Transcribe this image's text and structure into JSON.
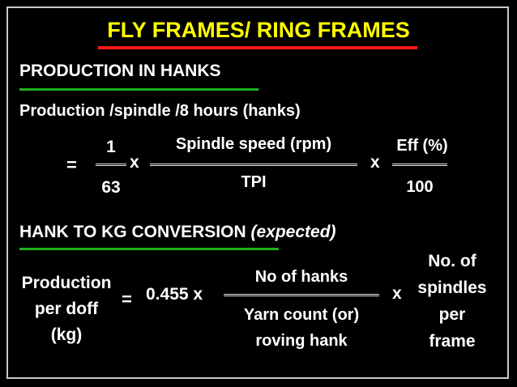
{
  "slide": {
    "title": "FLY FRAMES/ RING FRAMES",
    "colors": {
      "title": "#ffff00",
      "title_underline": "#ff1a1a",
      "section_underline": "#1db11d",
      "background": "#000000",
      "text": "#ffffff"
    }
  },
  "production": {
    "heading": "PRODUCTION IN HANKS",
    "subtitle": "Production /spindle /8 hours (hanks)",
    "equals": "=",
    "frac1": {
      "numerator": "1",
      "denominator": "63"
    },
    "times1": "x",
    "frac2": {
      "numerator": "Spindle speed (rpm)",
      "denominator": "TPI"
    },
    "times2": "x",
    "frac3": {
      "numerator": "Eff (%)",
      "denominator": "100"
    }
  },
  "conversion": {
    "heading_main": "HANK TO KG CONVERSION",
    "heading_note": "(expected)",
    "lhs_lines": [
      "Production",
      "per doff",
      "(kg)"
    ],
    "equals": "=",
    "factor": "0.455 x",
    "frac": {
      "numerator": "No of hanks",
      "denominator_lines": [
        "Yarn count (or)",
        "roving hank"
      ]
    },
    "times": "x",
    "rhs_lines": [
      "No. of",
      "spindles",
      "per",
      "frame"
    ]
  }
}
